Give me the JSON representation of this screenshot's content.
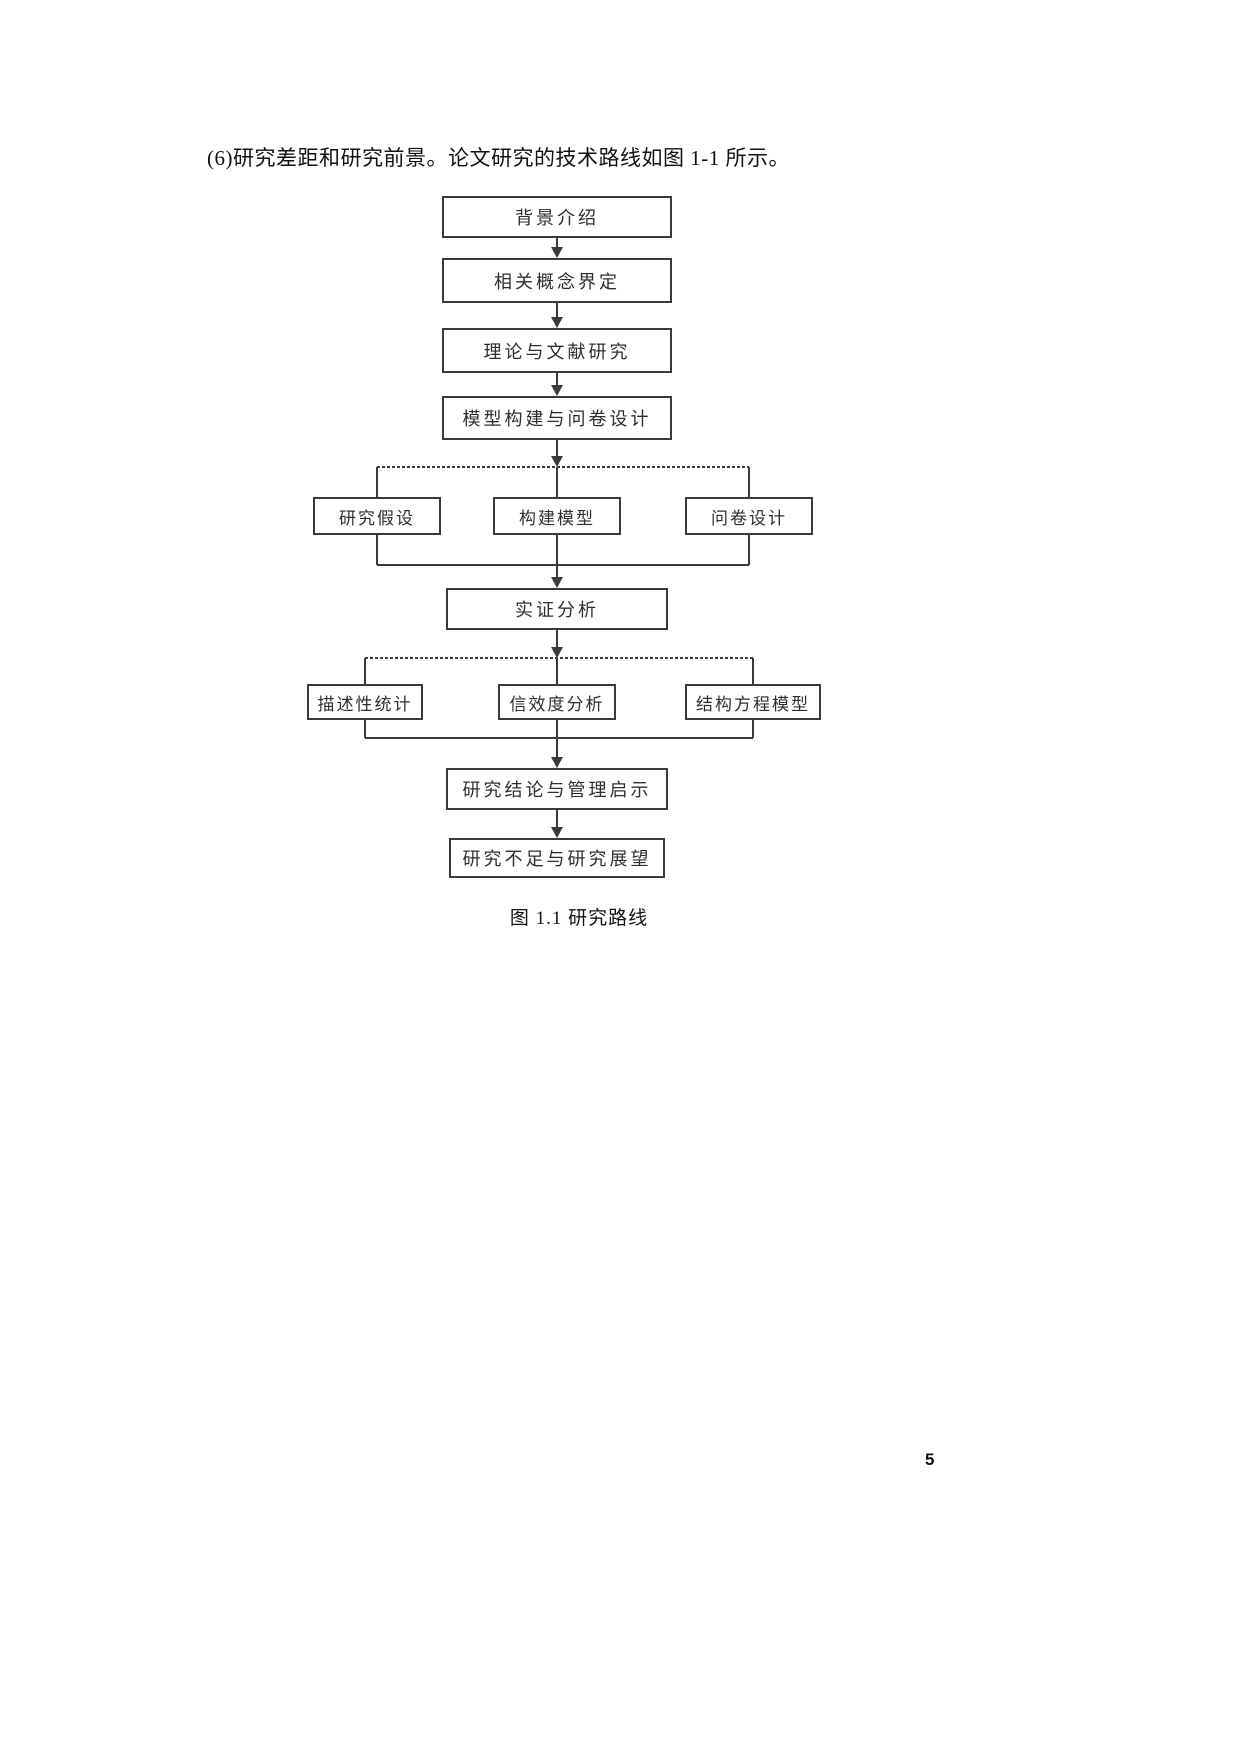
{
  "page": {
    "intro_text": "(6)研究差距和研究前景。论文研究的技术路线如图 1-1 所示。",
    "figure_caption": "图 1.1 研究路线",
    "page_number": "5"
  },
  "flowchart": {
    "line_color": "#3a3a3a",
    "nodes": [
      {
        "id": "background",
        "label": "背景介绍"
      },
      {
        "id": "concept-definition",
        "label": "相关概念界定"
      },
      {
        "id": "theory-literature",
        "label": "理论与文献研究"
      },
      {
        "id": "model-questionnaire",
        "label": "模型构建与问卷设计"
      },
      {
        "id": "research-hypothesis",
        "label": "研究假设"
      },
      {
        "id": "build-model",
        "label": "构建模型"
      },
      {
        "id": "questionnaire-design",
        "label": "问卷设计"
      },
      {
        "id": "empirical-analysis",
        "label": "实证分析"
      },
      {
        "id": "descriptive-stats",
        "label": "描述性统计"
      },
      {
        "id": "reliability-validity",
        "label": "信效度分析"
      },
      {
        "id": "sem-model",
        "label": "结构方程模型"
      },
      {
        "id": "conclusions-insights",
        "label": "研究结论与管理启示"
      },
      {
        "id": "limitations-outlook",
        "label": "研究不足与研究展望"
      }
    ]
  }
}
